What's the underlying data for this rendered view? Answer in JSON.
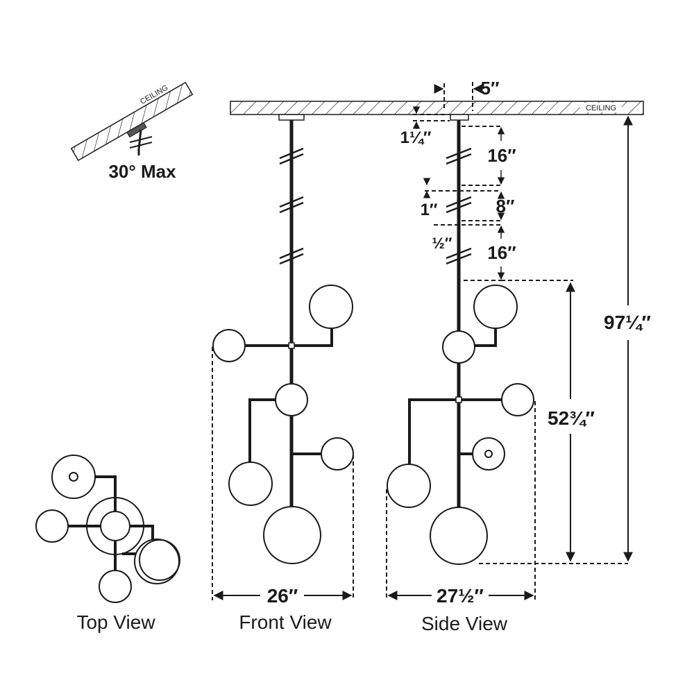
{
  "ceiling_label": "CEILING",
  "angle_label": "30° Max",
  "views": {
    "top": "Top View",
    "front": "Front View",
    "side": "Side View"
  },
  "dimensions": {
    "canopy_width": "5″",
    "canopy_height": "1¼″",
    "rod_1": "16″",
    "rod_gap_1": "1″",
    "rod_2": "8″",
    "rod_gap_2": "½″",
    "rod_3": "16″",
    "fixture_height": "52¾″",
    "overall_height": "97¼″",
    "front_width": "26″",
    "side_width": "27½″"
  }
}
